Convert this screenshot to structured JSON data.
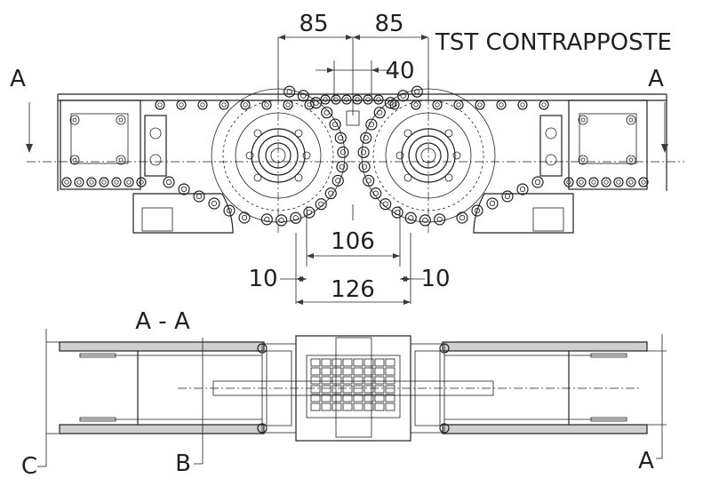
{
  "title": "TST CONTRAPPOSTE",
  "section_label": "A - A",
  "dimensions": {
    "top_left": "85",
    "top_right": "85",
    "center": "40",
    "inner": "106",
    "outer": "126",
    "side_left": "10",
    "side_right": "10"
  },
  "markers": {
    "a_left": "A",
    "a_right": "A",
    "a_bottom": "A",
    "b": "B",
    "c": "C"
  },
  "colors": {
    "line": "#231f20",
    "hatch": "#cfcfcf"
  }
}
